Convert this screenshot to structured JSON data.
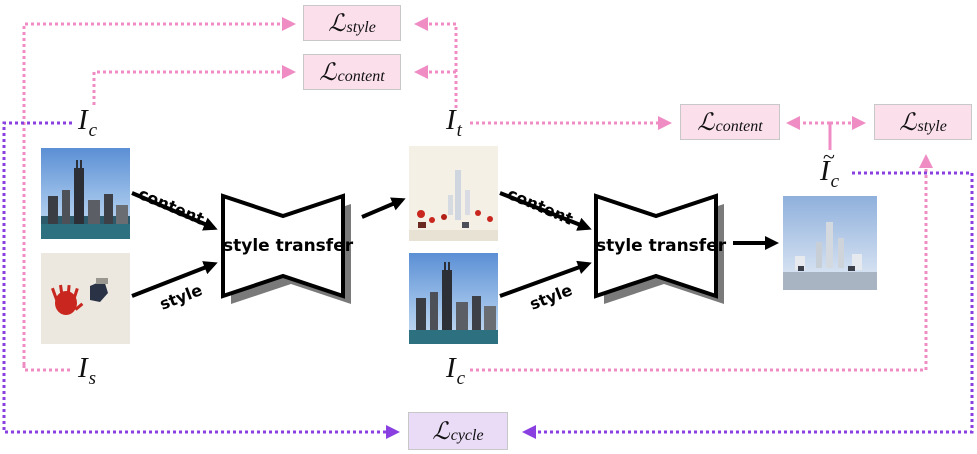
{
  "losses": {
    "style_top": {
      "symbol": "ℒ",
      "subscript": "style"
    },
    "content_top": {
      "symbol": "ℒ",
      "subscript": "content"
    },
    "content_right": {
      "symbol": "ℒ",
      "subscript": "content"
    },
    "style_right": {
      "symbol": "ℒ",
      "subscript": "style"
    },
    "cycle": {
      "symbol": "ℒ",
      "subscript": "cycle"
    }
  },
  "variables": {
    "ic_top": {
      "base": "I",
      "sub": "c"
    },
    "it": {
      "base": "I",
      "sub": "t"
    },
    "ic_tilde": {
      "base": "I",
      "sub": "c",
      "tilde": "~"
    },
    "is": {
      "base": "I",
      "sub": "s"
    },
    "ic_bottom": {
      "base": "I",
      "sub": "c"
    }
  },
  "blocks": {
    "style_transfer_1": "style transfer",
    "style_transfer_2": "style transfer"
  },
  "arrow_labels": {
    "content_1": "content",
    "style_1": "style",
    "content_2": "content",
    "style_2": "style"
  },
  "colors": {
    "pink": "#f08cc4",
    "purple": "#8a3fe0",
    "pink_fill": "#fbe0ec",
    "purple_fill": "#eadcf7"
  }
}
